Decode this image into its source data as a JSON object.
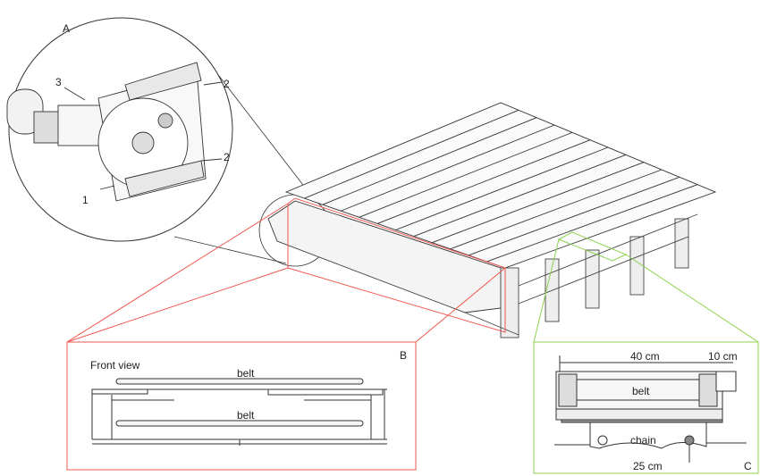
{
  "panel_a": {
    "letter": "A",
    "callouts": [
      "1",
      "2",
      "2",
      "3"
    ]
  },
  "panel_b": {
    "letter": "B",
    "title": "Front view",
    "belt_top": "belt",
    "belt_bottom": "belt"
  },
  "panel_c": {
    "letter": "C",
    "width_label": "40 cm",
    "side_label": "10 cm",
    "belt_label": "belt",
    "chain_label": "chain",
    "pitch_label": "25 cm"
  },
  "colors": {
    "panel_b_frame": "#f0584f",
    "panel_c_frame": "#8fd14f",
    "line": "#333333"
  }
}
